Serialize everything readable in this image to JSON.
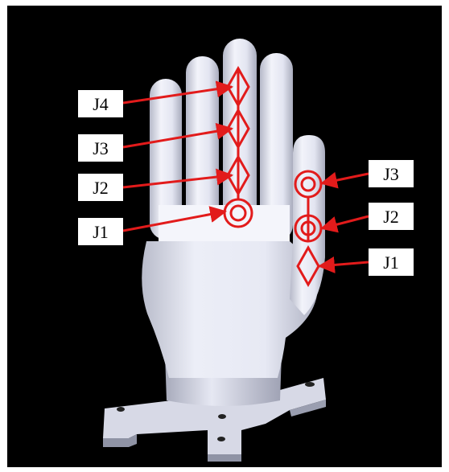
{
  "labels": {
    "left": [
      "J4",
      "J3",
      "J2",
      "J1"
    ],
    "right": [
      "J3",
      "J2",
      "J1"
    ]
  },
  "colors": {
    "background": "#000000",
    "frame": "#ffffff",
    "hand": "#e6e8f4",
    "hand_shade": "#b9bccb",
    "marker": "#e21b1b",
    "label_box": "#ffffff",
    "label_text": "#000000"
  }
}
